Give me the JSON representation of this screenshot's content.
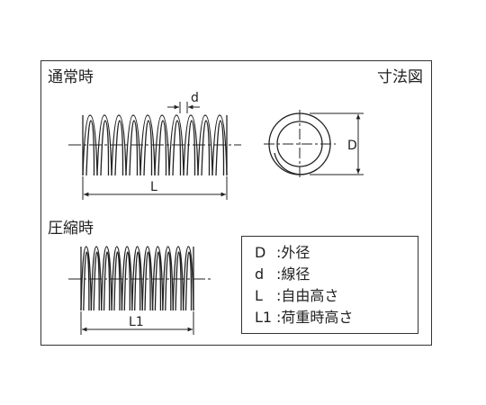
{
  "titles": {
    "normal": "通常時",
    "dimensions": "寸法図",
    "compressed": "圧縮時"
  },
  "dimension_labels": {
    "wire": "d",
    "free_length": "L",
    "outer_diameter": "D",
    "compressed_length": "L1"
  },
  "legend": [
    {
      "symbol": "D",
      "text": ":外径"
    },
    {
      "symbol": "d",
      "text": ":線径"
    },
    {
      "symbol": "L",
      "text": ":自由高さ"
    },
    {
      "symbol": "L1",
      "text": ":荷重時高さ"
    }
  ]
}
